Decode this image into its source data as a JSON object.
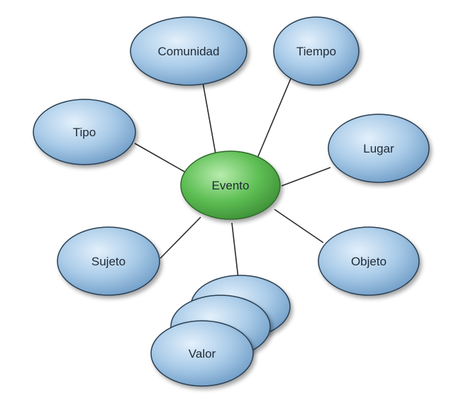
{
  "diagram": {
    "center": {
      "label": "Evento",
      "fill": "#5fbf55",
      "stroke": "#2f6b2a"
    },
    "nodes": {
      "comunidad": {
        "label": "Comunidad"
      },
      "tiempo": {
        "label": "Tiempo"
      },
      "tipo": {
        "label": "Tipo"
      },
      "lugar": {
        "label": "Lugar"
      },
      "sujeto": {
        "label": "Sujeto"
      },
      "objeto": {
        "label": "Objeto"
      },
      "valor": {
        "label": "Valor"
      }
    },
    "node_colors": {
      "fill": "#a9cbe8",
      "stroke": "#2b3f52"
    }
  }
}
